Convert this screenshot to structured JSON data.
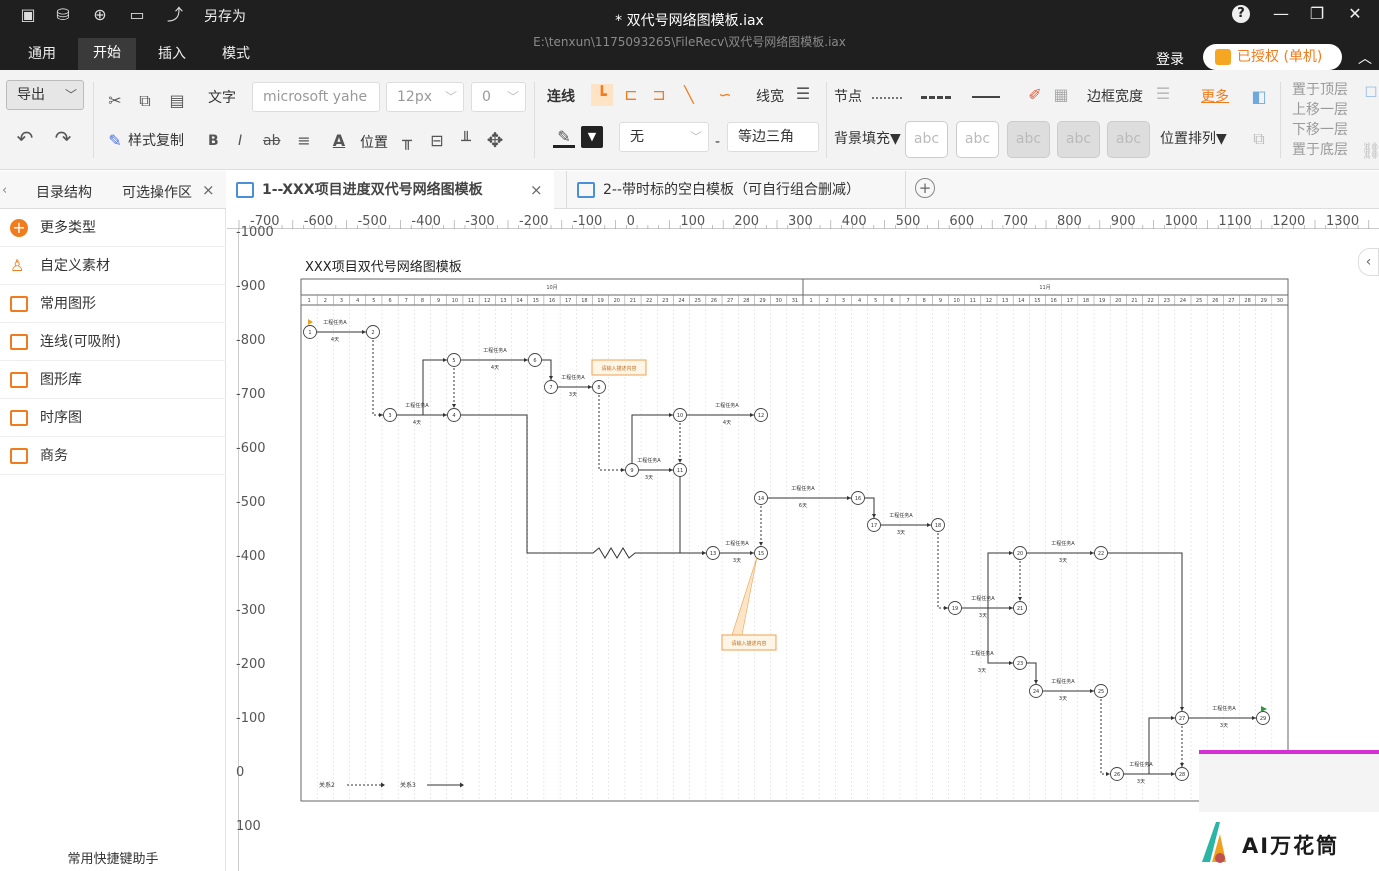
{
  "titlebar": {
    "save_as": "另存为",
    "doc_title": "*  双代号网络图模板.iax",
    "doc_path": "E:\\tenxun\\1175093265\\FileRecv\\双代号网络图模板.iax",
    "login": "登录",
    "auth": "已授权 (单机)",
    "menu": [
      "通用",
      "开始",
      "插入",
      "模式"
    ]
  },
  "ribbon": {
    "export": "导出",
    "text": "文字",
    "font": "microsoft yahe",
    "size": "12px",
    "zero": "0",
    "line": "连线",
    "linewidth": "线宽",
    "node": "节点",
    "border_width": "边框宽度",
    "more": "更多",
    "to_top": "置于顶层",
    "up": "上移一层",
    "down": "下移一层",
    "to_bottom": "置于底层",
    "format_copy": "样式复制",
    "bold": "B",
    "italic": "I",
    "strike": "ab",
    "position": "位置",
    "none": "无",
    "dash": "-",
    "triangle": "等边三角",
    "bg_fill": "背景填充▼",
    "abc": "abc",
    "arrange": "位置排列▼"
  },
  "tabs": {
    "catalog": "目录结构",
    "optional": "可选操作区",
    "doc1": "1--XXX项目进度双代号网络图模板",
    "doc2": "2--带时标的空白模板（可自行组合删减）"
  },
  "leftpanel": {
    "items": [
      "更多类型",
      "自定义素材",
      "常用图形",
      "连线(可吸附)",
      "图形库",
      "时序图",
      "商务"
    ],
    "shortcut": "常用快捷键助手"
  },
  "ruler": {
    "h": [
      "-700",
      "-600",
      "-500",
      "-400",
      "-300",
      "-200",
      "-100",
      "0",
      "100",
      "200",
      "300",
      "400",
      "500",
      "600",
      "700",
      "800",
      "900",
      "1000",
      "1100",
      "1200",
      "1300"
    ],
    "v": [
      "-1000",
      "-900",
      "-800",
      "-700",
      "-600",
      "-500",
      "-400",
      "-300",
      "-200",
      "-100",
      "0",
      "100"
    ]
  },
  "diagram": {
    "title": "XXX项目双代号网络图模板",
    "month1": "10月",
    "month2": "11月",
    "task_label": "工程任务A",
    "duration": "4天",
    "duration3": "3天",
    "duration6": "6天",
    "note": "请输入描述内容",
    "legend1": "关系2",
    "legend2": "关系3"
  },
  "watermark": "AI万花筒"
}
